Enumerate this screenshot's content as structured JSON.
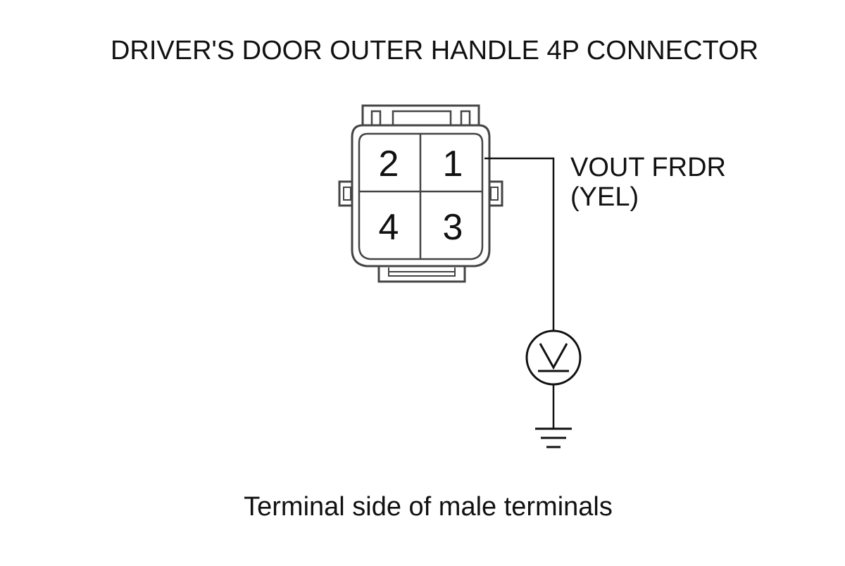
{
  "title": "DRIVER'S DOOR OUTER HANDLE 4P CONNECTOR",
  "connector": {
    "pins": [
      "2",
      "1",
      "4",
      "3"
    ]
  },
  "wire": {
    "signal": "VOUT FRDR",
    "color": "(YEL)"
  },
  "meter": {
    "symbol": "voltmeter-icon",
    "ground": "ground-icon"
  },
  "caption": "Terminal side of male terminals",
  "colors": {
    "line": "#111111",
    "connector_outline": "#444444",
    "connector_fill": "#ffffff"
  }
}
